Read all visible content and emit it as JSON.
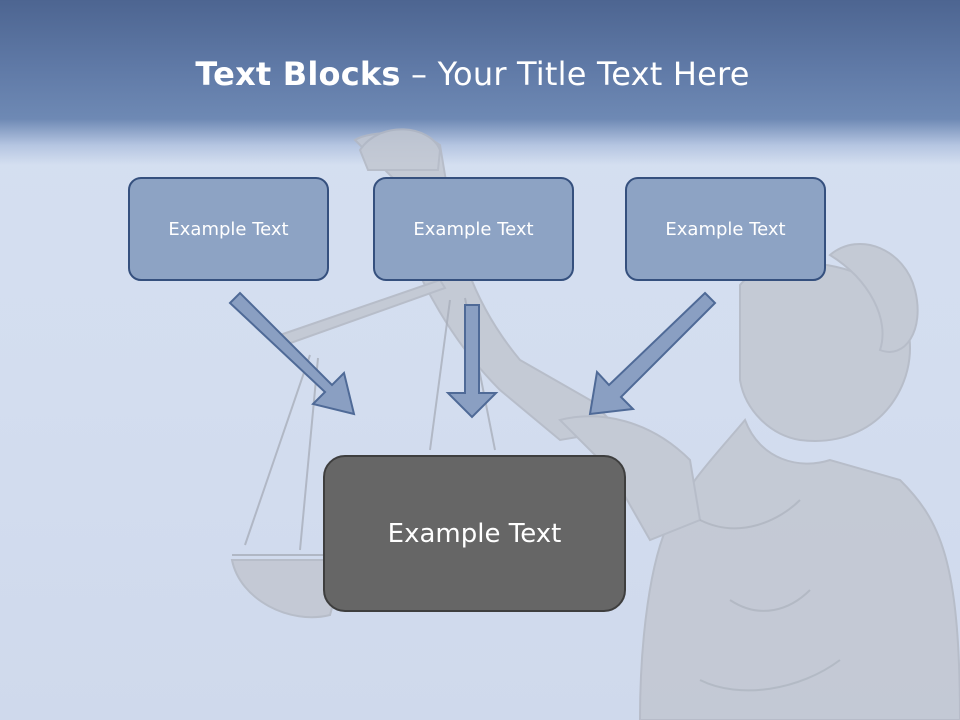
{
  "slide": {
    "title_bold": "Text Blocks",
    "title_dash": " – ",
    "title_rest": "Your Title Text Here"
  },
  "blocks": [
    {
      "label": "Example Text"
    },
    {
      "label": "Example Text"
    },
    {
      "label": "Example Text"
    }
  ],
  "main_block": {
    "label": "Example Text"
  },
  "colors": {
    "box_fill": "#8da3c4",
    "box_border": "#35507e",
    "main_fill": "#666666",
    "arrow_fill": "#8a9fc2"
  }
}
